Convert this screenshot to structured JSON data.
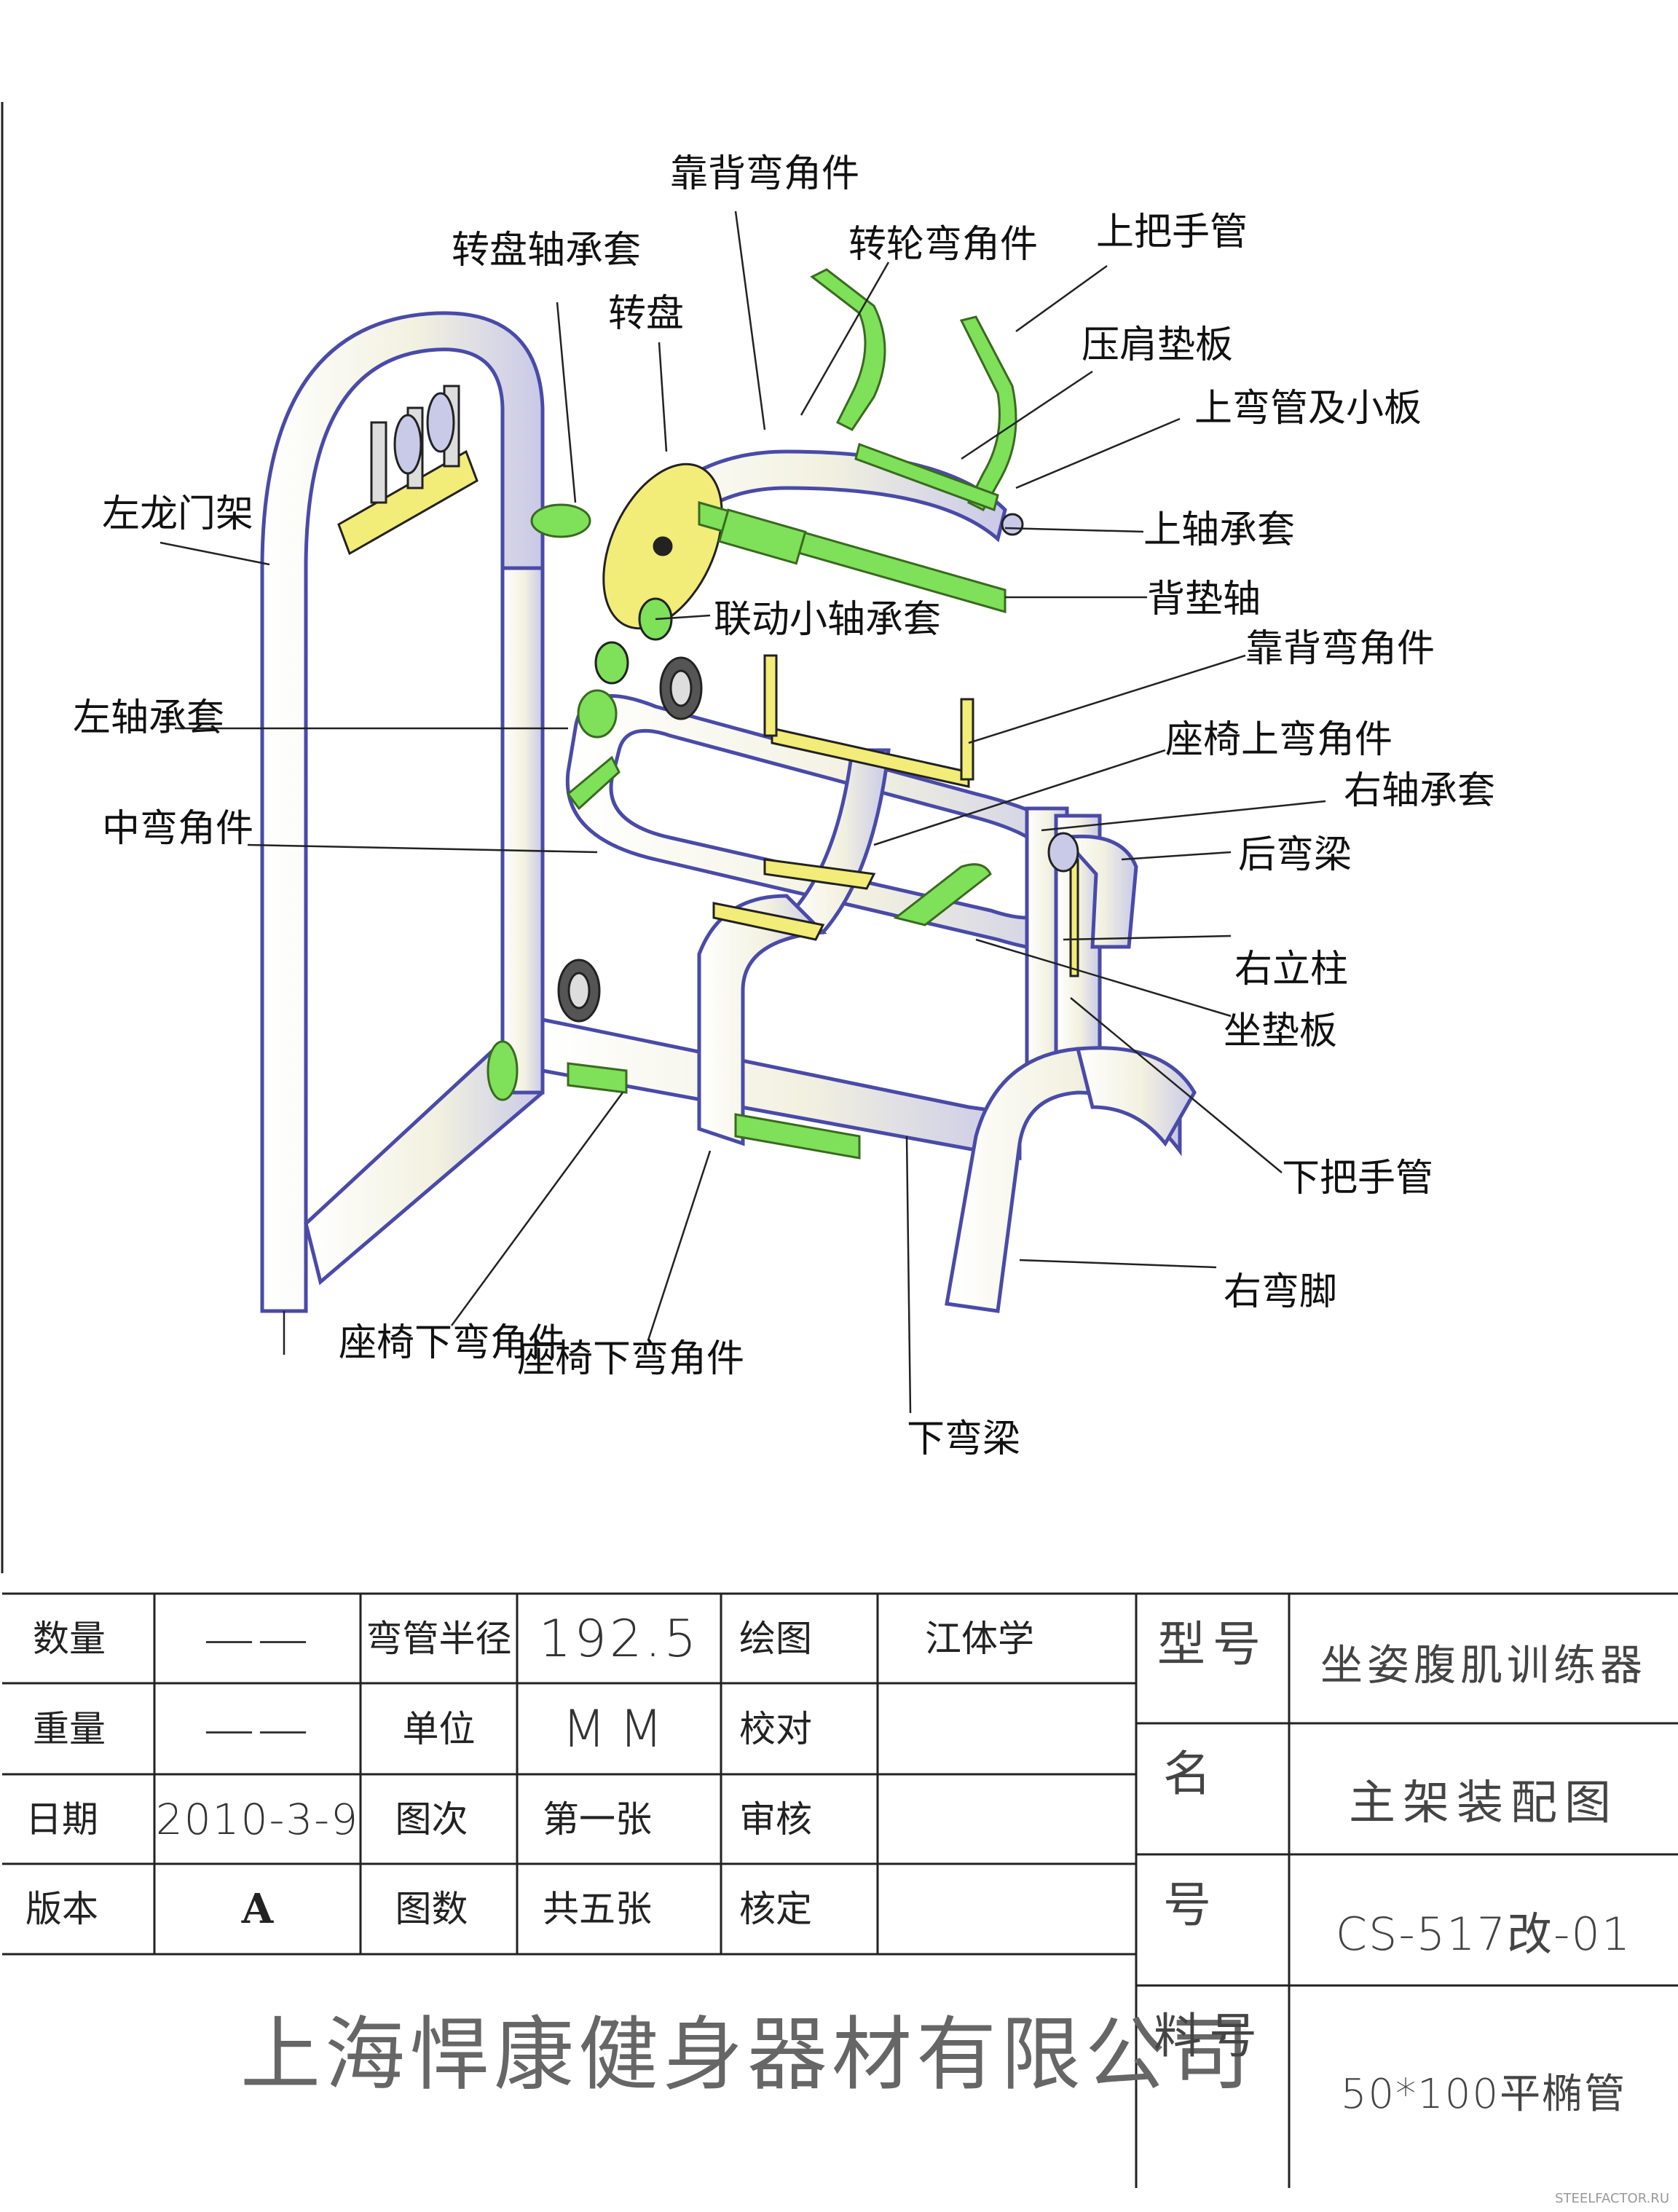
{
  "colors": {
    "frame_fill": "#f3f2e6",
    "frame_stroke": "#4a4aa8",
    "green_part": "#7fe05a",
    "yellow_plate": "#f2ec78",
    "line": "#222222"
  },
  "callouts": [
    {
      "id": "backrest-bend-top",
      "text": "靠背弯角件"
    },
    {
      "id": "turntable-bearing",
      "text": "转盘轴承套"
    },
    {
      "id": "wheel-bend",
      "text": "转轮弯角件"
    },
    {
      "id": "upper-handle-tube",
      "text": "上把手管"
    },
    {
      "id": "turntable",
      "text": "转盘"
    },
    {
      "id": "shoulder-pad",
      "text": "压肩垫板"
    },
    {
      "id": "upper-bend-plate",
      "text": "上弯管及小板"
    },
    {
      "id": "left-gantry",
      "text": "左龙门架"
    },
    {
      "id": "upper-bearing",
      "text": "上轴承套"
    },
    {
      "id": "back-pad-shaft",
      "text": "背垫轴"
    },
    {
      "id": "link-bearing",
      "text": "联动小轴承套"
    },
    {
      "id": "backrest-bend-mid",
      "text": "靠背弯角件"
    },
    {
      "id": "left-bearing",
      "text": "左轴承套"
    },
    {
      "id": "seat-upper-bend",
      "text": "座椅上弯角件"
    },
    {
      "id": "right-bearing",
      "text": "右轴承套"
    },
    {
      "id": "middle-bend",
      "text": "中弯角件"
    },
    {
      "id": "rear-beam",
      "text": "后弯梁"
    },
    {
      "id": "right-column",
      "text": "右立柱"
    },
    {
      "id": "seat-pad",
      "text": "坐垫板"
    },
    {
      "id": "lower-handle-tube",
      "text": "下把手管"
    },
    {
      "id": "right-foot",
      "text": "右弯脚"
    },
    {
      "id": "seat-lower-bend-1",
      "text": "座椅下弯角件"
    },
    {
      "id": "seat-lower-bend-2",
      "text": "座椅下弯角件"
    },
    {
      "id": "lower-beam",
      "text": "下弯梁"
    }
  ],
  "titleblock": {
    "qty_label": "数量",
    "qty_value": "——",
    "bend_radius_label": "弯管半径",
    "bend_radius_value": "192.5",
    "drawn_label": "绘图",
    "drawn_value": "江体学",
    "model_label": "型号",
    "model_value": "坐姿腹肌训练器",
    "weight_label": "重量",
    "weight_value": "——",
    "unit_label": "单位",
    "unit_value": "MM",
    "check_label": "校对",
    "check_value": "",
    "name_label": "名",
    "name_value": "主架装配图",
    "date_label": "日期",
    "date_value": "2010-3-9",
    "sheet_label": "图次",
    "sheet_value": "第一张",
    "review_label": "审核",
    "review_value": "",
    "number_label": "号",
    "number_value": "CS-517改-01",
    "version_label": "版本",
    "version_value": "A",
    "sheets_label": "图数",
    "sheets_value": "共五张",
    "approve_label": "核定",
    "approve_value": "",
    "material_label": "料号",
    "material_value": "50*100平椭管",
    "company": "上海悍康健身器材有限公司"
  },
  "watermark": "STEELFACTOR.RU"
}
